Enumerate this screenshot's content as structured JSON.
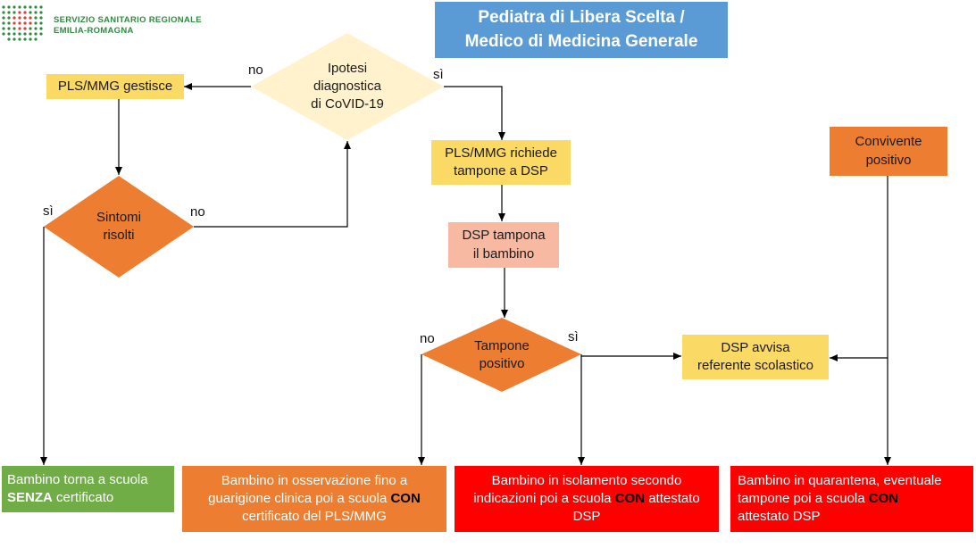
{
  "logo": {
    "line1": "SERVIZIO SANITARIO REGIONALE",
    "line2": "EMILIA-ROMAGNA"
  },
  "title": {
    "line1": "Pediatra di Libera Scelta /",
    "line2": "Medico di Medicina Generale"
  },
  "nodes": {
    "ipotesi": {
      "line1": "Ipotesi",
      "line2": "diagnostica",
      "line3": "di CoVID-19"
    },
    "gestisce": {
      "text": "PLS/MMG gestisce"
    },
    "sintomi": {
      "line1": "Sintomi",
      "line2": "risolti"
    },
    "richiede": {
      "line1": "PLS/MMG richiede",
      "line2": "tampone a DSP"
    },
    "tampona": {
      "line1": "DSP tampona",
      "line2": "il bambino"
    },
    "tampone_positivo": {
      "line1": "Tampone",
      "line2": "positivo"
    },
    "avvisa": {
      "line1": "DSP avvisa",
      "line2": "referente scolastico"
    },
    "convivente": {
      "line1": "Convivente",
      "line2": "positivo"
    }
  },
  "outcomes": {
    "torna": {
      "line1": "Bambino torna a scuola",
      "bold": "SENZA",
      "rest": " certificato"
    },
    "osservazione": {
      "line1": "Bambino in osservazione fino a",
      "line2a": "guarigione clinica poi a scuola ",
      "bold": "CON",
      "line3": "certificato del PLS/MMG"
    },
    "isolamento": {
      "line1": "Bambino in isolamento secondo",
      "line2a": "indicazioni poi a scuola ",
      "bold": "CON",
      "line2b": " attestato",
      "line3": "DSP"
    },
    "quarantena": {
      "line1": "Bambino in quarantena, eventuale",
      "line2a": "tampone poi a scuola ",
      "bold": "CON",
      "line3": "attestato DSP"
    }
  },
  "edge_labels": {
    "no_ipotesi": "no",
    "si_ipotesi": "sì",
    "si_sintomi": "sì",
    "no_sintomi": "no",
    "no_tampone": "no",
    "si_tampone": "sì"
  },
  "colors": {
    "yellow": "#fbd965",
    "orange": "#ed7d31",
    "salmon": "#f7b9a1",
    "green": "#70ad47",
    "red": "#ff0000",
    "blue": "#5b9bd5"
  }
}
